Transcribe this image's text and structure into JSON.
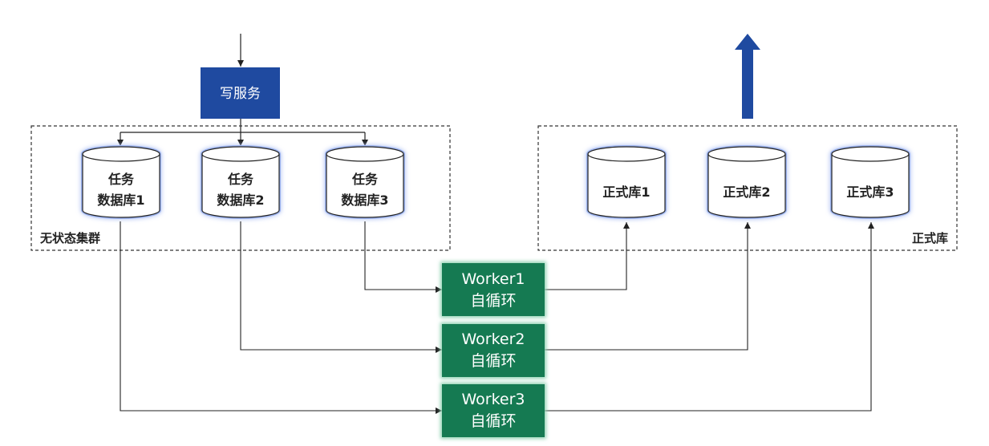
{
  "write_service": {
    "label": "写服务"
  },
  "task_cluster": {
    "label": "无状态集群",
    "databases": [
      {
        "line1": "任务",
        "line2": "数据库1"
      },
      {
        "line1": "任务",
        "line2": "数据库2"
      },
      {
        "line1": "任务",
        "line2": "数据库3"
      }
    ]
  },
  "prod_cluster": {
    "label": "正式库",
    "databases": [
      {
        "label": "正式库1"
      },
      {
        "label": "正式库2"
      },
      {
        "label": "正式库3"
      }
    ]
  },
  "workers": [
    {
      "line1": "Worker1",
      "line2": "自循环"
    },
    {
      "line1": "Worker2",
      "line2": "自循环"
    },
    {
      "line1": "Worker3",
      "line2": "自循环"
    }
  ],
  "colors": {
    "write_service": "#1f4aa0",
    "worker": "#157a52",
    "output_arrow": "#1f4aa0",
    "cylinder_glow": "#9db4f0",
    "line": "#222222"
  }
}
